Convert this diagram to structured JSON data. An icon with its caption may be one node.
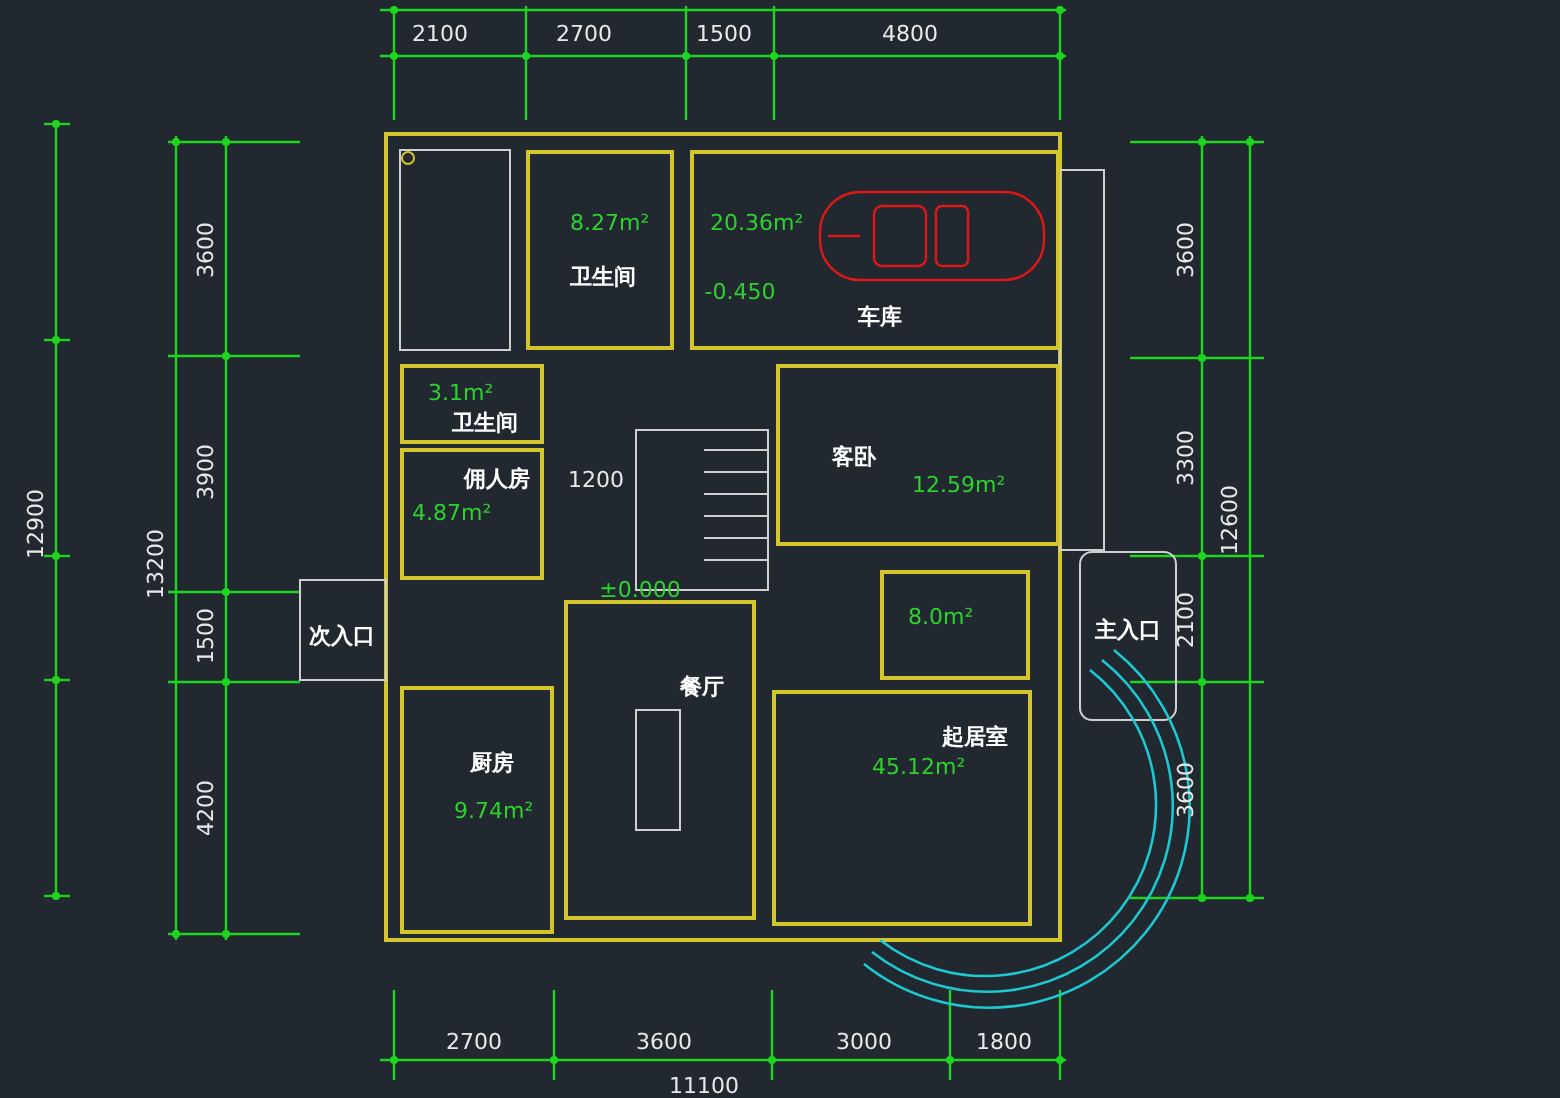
{
  "diagram": {
    "nodes": [
      {
        "text": [
          "8.27m²",
          "卫生间"
        ]
      },
      {
        "text": [
          "20.36m²",
          "车库"
        ]
      },
      {
        "text": [
          "3.1m²",
          "卫生间"
        ]
      },
      {
        "text": [
          "佣人房",
          "4.87m²"
        ]
      },
      {
        "text": [
          "客卧",
          "12.59m²"
        ]
      },
      {
        "text": [
          "8.0m²"
        ]
      },
      {
        "text": [
          "餐厅"
        ]
      },
      {
        "text": [
          "厨房",
          "9.74m²"
        ]
      },
      {
        "text": [
          "起居室",
          "45.12m²"
        ]
      }
    ],
    "labels": [
      "2100",
      "2700",
      "1500",
      "4800",
      "12900",
      "13200",
      "3600",
      "3900",
      "1500",
      "4200",
      "3600",
      "3300",
      "2100",
      "3600",
      "12600",
      "-0.450",
      "1200",
      "±0.000",
      "次入口",
      "主入口",
      "2700",
      "3600",
      "3000",
      "1800",
      "11100"
    ]
  }
}
